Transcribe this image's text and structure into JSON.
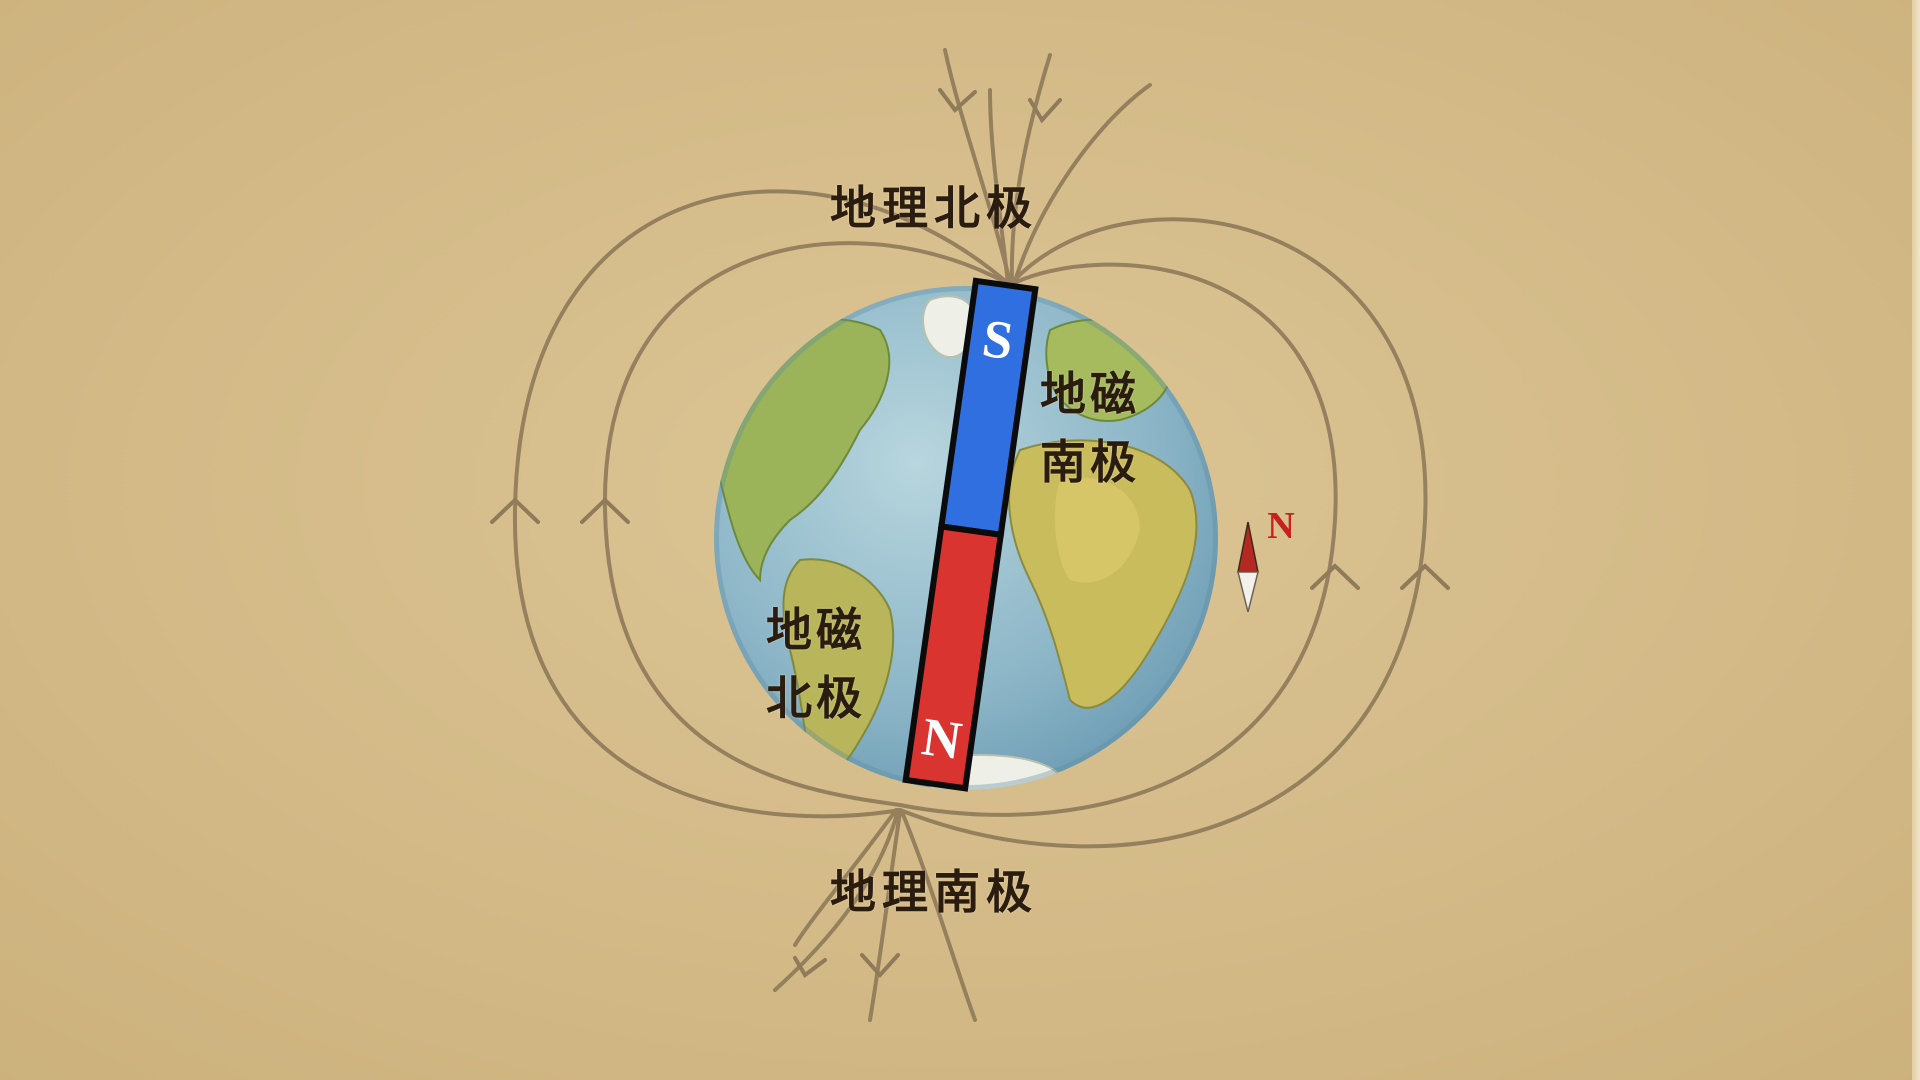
{
  "labels": {
    "geographic_north": "地理北极",
    "geographic_south": "地理南极",
    "magnetic_south": [
      "地磁",
      "南极"
    ],
    "magnetic_north": [
      "地磁",
      "北极"
    ]
  },
  "magnet": {
    "top_pole": "S",
    "bottom_pole": "N",
    "top_color": "#2f6fe0",
    "bottom_color": "#d9342f"
  },
  "compass": {
    "label": "N",
    "needle_north_color": "#b42a23",
    "needle_south_color": "#f4f1ea"
  },
  "colors": {
    "background": "#d8c08e",
    "field_line": "#8f7a5a",
    "ocean": "#8fb8c8",
    "land": "#9bb45a"
  }
}
